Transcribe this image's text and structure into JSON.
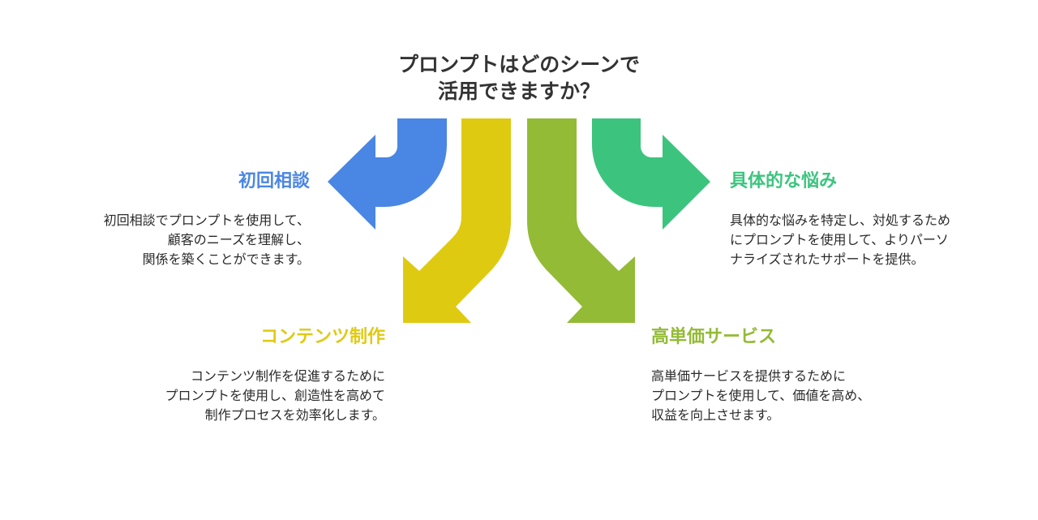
{
  "title": {
    "lines": [
      "プロンプトはどのシーンで",
      "活用できますか？"
    ]
  },
  "colors": {
    "blue": "#4A86E4",
    "yellow": "#DFCA12",
    "olive": "#93BB36",
    "green": "#3CC47E",
    "text": "#2a2a2a"
  },
  "scenes": [
    {
      "id": "initial-consultation",
      "icon": "arrow-left-icon",
      "heading": "初回相談",
      "lines": [
        "初回相談でプロンプトを使用して、",
        "顧客のニーズを理解し、",
        "関係を築くことができます。"
      ]
    },
    {
      "id": "content-creation",
      "icon": "arrow-down-left-icon",
      "heading": "コンテンツ制作",
      "lines": [
        "コンテンツ制作を促進するために",
        "プロンプトを使用し、創造性を高めて",
        "制作プロセスを効率化します。"
      ]
    },
    {
      "id": "premium-service",
      "icon": "arrow-down-right-icon",
      "heading": "高単価サービス",
      "lines": [
        "高単価サービスを提供するために",
        "プロンプトを使用して、価値を高め、",
        "収益を向上させます。"
      ]
    },
    {
      "id": "specific-concerns",
      "icon": "arrow-right-icon",
      "heading": "具体的な悩み",
      "lines": [
        "具体的な悩みを特定し、対処するため",
        "にプロンプトを使用して、よりパーソ",
        "ナライズされたサポートを提供。"
      ]
    }
  ]
}
